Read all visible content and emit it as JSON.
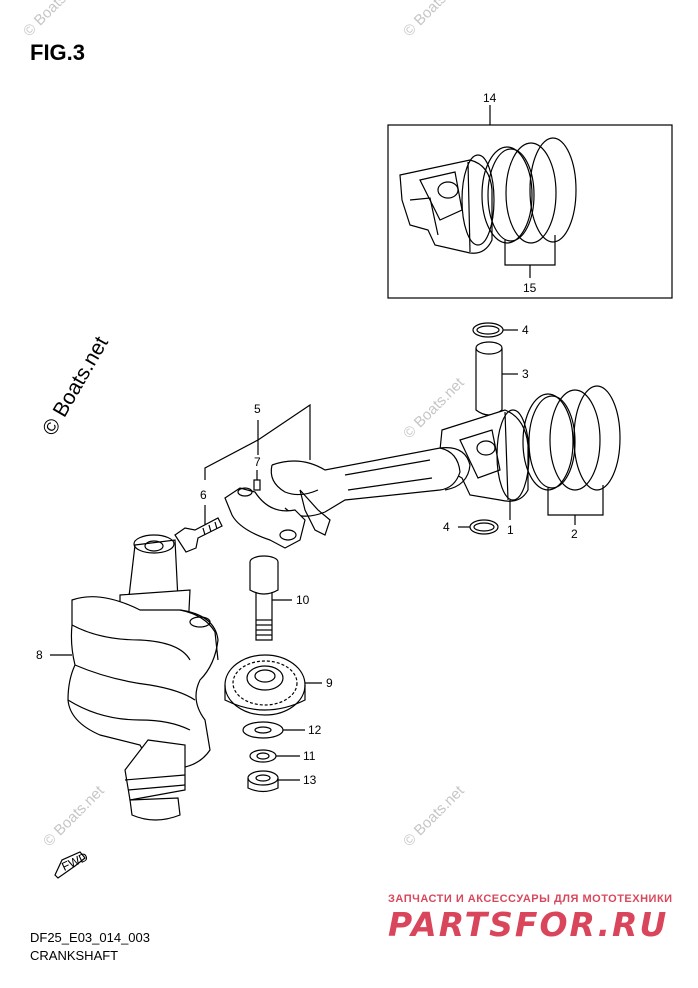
{
  "figure": {
    "title": "FIG.3",
    "code": "DF25_E03_014_003",
    "caption": "CRANKSHAFT"
  },
  "watermarks": {
    "main": "© Boats.net",
    "faint": "© Boats.net"
  },
  "vendor": {
    "tagline": "ЗАПЧАСТИ И АКСЕССУАРЫ ДЛЯ МОТОТЕХНИКИ",
    "logo": "PARTSFOR.RU"
  },
  "fwd_label": "FWD",
  "callouts": [
    {
      "id": "1",
      "part": "piston"
    },
    {
      "id": "2",
      "part": "piston-ring-set"
    },
    {
      "id": "3",
      "part": "piston-pin"
    },
    {
      "id": "4",
      "part": "circlip"
    },
    {
      "id": "4",
      "part": "circlip"
    },
    {
      "id": "5",
      "part": "connecting-rod"
    },
    {
      "id": "6",
      "part": "rod-bolt"
    },
    {
      "id": "7",
      "part": "rod-pin"
    },
    {
      "id": "8",
      "part": "crankshaft"
    },
    {
      "id": "9",
      "part": "drive-gear"
    },
    {
      "id": "10",
      "part": "gear-bolt"
    },
    {
      "id": "11",
      "part": "washer"
    },
    {
      "id": "12",
      "part": "washer"
    },
    {
      "id": "13",
      "part": "nut"
    },
    {
      "id": "14",
      "part": "piston-kit"
    },
    {
      "id": "15",
      "part": "piston-ring-set"
    }
  ],
  "colors": {
    "vendor_red": "#d9455a",
    "watermark": "#c6c6c6"
  }
}
